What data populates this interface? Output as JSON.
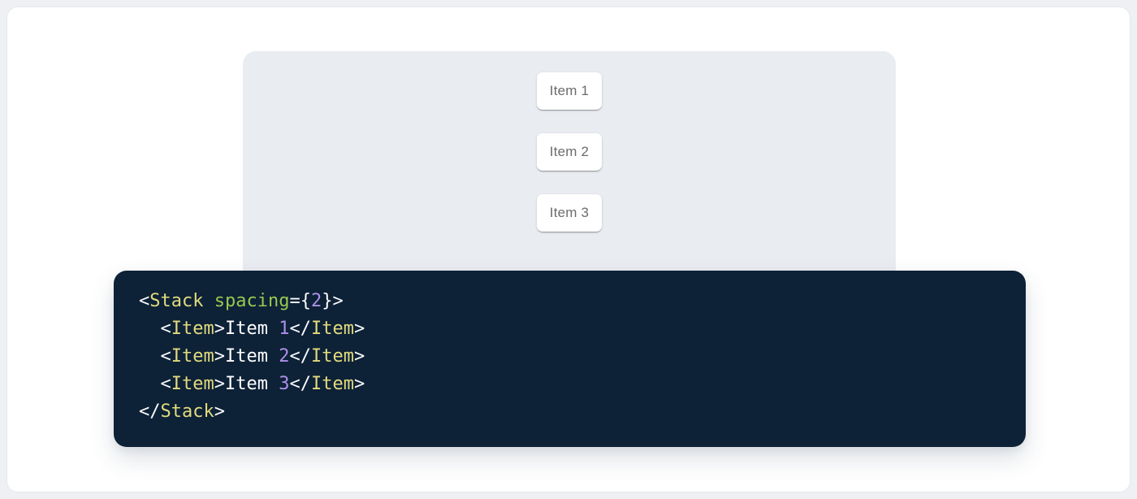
{
  "demo": {
    "items": [
      {
        "label": "Item 1"
      },
      {
        "label": "Item 2"
      },
      {
        "label": "Item 3"
      }
    ]
  },
  "code": {
    "language": "jsx",
    "lines": [
      {
        "tokens": [
          {
            "t": "punc",
            "v": "<"
          },
          {
            "t": "tag",
            "v": "Stack"
          },
          {
            "t": "plain",
            "v": " "
          },
          {
            "t": "attr",
            "v": "spacing"
          },
          {
            "t": "punc",
            "v": "={"
          },
          {
            "t": "num",
            "v": "2"
          },
          {
            "t": "punc",
            "v": "}>"
          }
        ]
      },
      {
        "tokens": [
          {
            "t": "plain",
            "v": "  "
          },
          {
            "t": "punc",
            "v": "<"
          },
          {
            "t": "tag",
            "v": "Item"
          },
          {
            "t": "punc",
            "v": ">"
          },
          {
            "t": "plain",
            "v": "Item "
          },
          {
            "t": "num",
            "v": "1"
          },
          {
            "t": "punc",
            "v": "</"
          },
          {
            "t": "tag",
            "v": "Item"
          },
          {
            "t": "punc",
            "v": ">"
          }
        ]
      },
      {
        "tokens": [
          {
            "t": "plain",
            "v": "  "
          },
          {
            "t": "punc",
            "v": "<"
          },
          {
            "t": "tag",
            "v": "Item"
          },
          {
            "t": "punc",
            "v": ">"
          },
          {
            "t": "plain",
            "v": "Item "
          },
          {
            "t": "num",
            "v": "2"
          },
          {
            "t": "punc",
            "v": "</"
          },
          {
            "t": "tag",
            "v": "Item"
          },
          {
            "t": "punc",
            "v": ">"
          }
        ]
      },
      {
        "tokens": [
          {
            "t": "plain",
            "v": "  "
          },
          {
            "t": "punc",
            "v": "<"
          },
          {
            "t": "tag",
            "v": "Item"
          },
          {
            "t": "punc",
            "v": ">"
          },
          {
            "t": "plain",
            "v": "Item "
          },
          {
            "t": "num",
            "v": "3"
          },
          {
            "t": "punc",
            "v": "</"
          },
          {
            "t": "tag",
            "v": "Item"
          },
          {
            "t": "punc",
            "v": ">"
          }
        ]
      },
      {
        "tokens": [
          {
            "t": "punc",
            "v": "</"
          },
          {
            "t": "tag",
            "v": "Stack"
          },
          {
            "t": "punc",
            "v": ">"
          }
        ]
      }
    ]
  },
  "colors": {
    "page-bg": "#eef0f4",
    "surface": "#ffffff",
    "panel-bg": "#e9ecf1",
    "card-bg": "#ffffff",
    "card-text": "#6b6b6b",
    "code-bg": "#0d2137",
    "tok-punc": "#fafbfc",
    "tok-tag": "#e2db7d",
    "tok-attr": "#97c94f",
    "tok-num": "#ad90e9",
    "tok-plain": "#ffffff"
  }
}
